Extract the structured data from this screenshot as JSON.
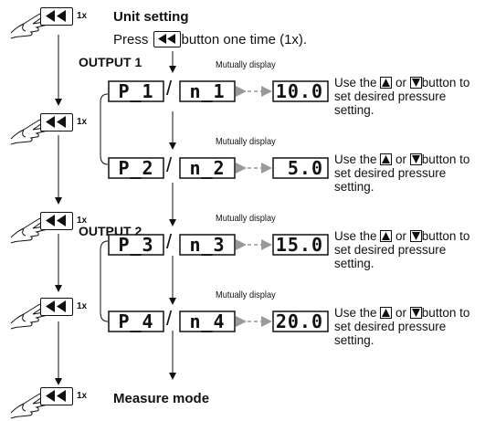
{
  "header": {
    "title": "Unit setting",
    "press_prefix": "Press",
    "press_suffix": "button one time (1x)."
  },
  "output_labels": [
    "OUTPUT 1",
    "OUTPUT 2"
  ],
  "step_count_label": "1x",
  "mutually_display_label": "Mutually display",
  "rows": [
    {
      "p_code": "P_1",
      "n_code": "n_1",
      "value": "10.0"
    },
    {
      "p_code": "P_2",
      "n_code": "n_2",
      "value": "5.0"
    },
    {
      "p_code": "P_3",
      "n_code": "n_3",
      "value": "15.0"
    },
    {
      "p_code": "P_4",
      "n_code": "n_4",
      "value": "20.0"
    }
  ],
  "instruction": {
    "use_the": "Use the",
    "or": "or",
    "button": "button",
    "rest": "to set desired pressure setting."
  },
  "footer": {
    "label": "Measure mode"
  },
  "icons": {
    "press_button": "rewind-button-icon",
    "hand": "pointing-hand-icon",
    "up": "up-triangle-icon",
    "down": "down-triangle-icon"
  }
}
